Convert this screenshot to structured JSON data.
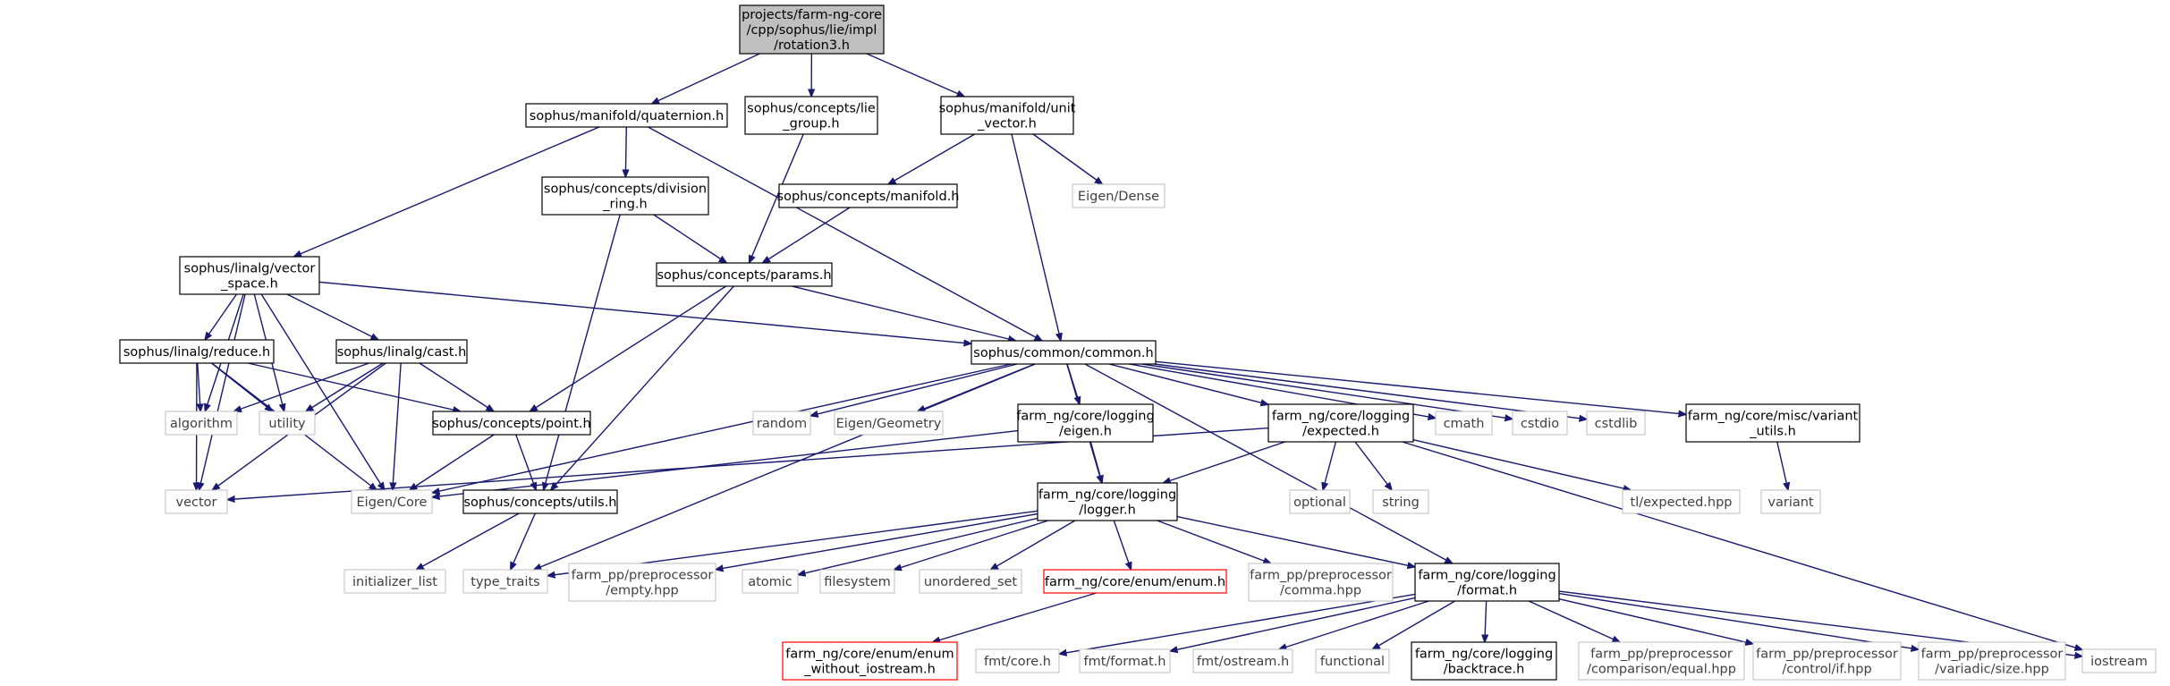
{
  "diagram": {
    "nodes": [
      {
        "id": "root",
        "lines": [
          "projects/farm-ng-core",
          "/cpp/sophus/lie/impl",
          "/rotation3.h"
        ],
        "style": "root"
      },
      {
        "id": "quaternion",
        "lines": [
          "sophus/manifold/quaternion.h"
        ],
        "style": "normal"
      },
      {
        "id": "lie_group",
        "lines": [
          "sophus/concepts/lie",
          "_group.h"
        ],
        "style": "normal"
      },
      {
        "id": "unit_vector",
        "lines": [
          "sophus/manifold/unit",
          "_vector.h"
        ],
        "style": "normal"
      },
      {
        "id": "division_ring",
        "lines": [
          "sophus/concepts/division",
          "_ring.h"
        ],
        "style": "normal"
      },
      {
        "id": "manifold",
        "lines": [
          "sophus/concepts/manifold.h"
        ],
        "style": "normal"
      },
      {
        "id": "eigen_dense",
        "lines": [
          "Eigen/Dense"
        ],
        "style": "system"
      },
      {
        "id": "vector_space",
        "lines": [
          "sophus/linalg/vector",
          "_space.h"
        ],
        "style": "normal"
      },
      {
        "id": "params",
        "lines": [
          "sophus/concepts/params.h"
        ],
        "style": "normal"
      },
      {
        "id": "common",
        "lines": [
          "sophus/common/common.h"
        ],
        "style": "normal"
      },
      {
        "id": "reduce",
        "lines": [
          "sophus/linalg/reduce.h"
        ],
        "style": "normal"
      },
      {
        "id": "cast",
        "lines": [
          "sophus/linalg/cast.h"
        ],
        "style": "normal"
      },
      {
        "id": "algorithm",
        "lines": [
          "algorithm"
        ],
        "style": "system"
      },
      {
        "id": "utility",
        "lines": [
          "utility"
        ],
        "style": "system"
      },
      {
        "id": "point",
        "lines": [
          "sophus/concepts/point.h"
        ],
        "style": "normal"
      },
      {
        "id": "random",
        "lines": [
          "random"
        ],
        "style": "system"
      },
      {
        "id": "eigen_geometry",
        "lines": [
          "Eigen/Geometry"
        ],
        "style": "system"
      },
      {
        "id": "logging_eigen",
        "lines": [
          "farm_ng/core/logging",
          "/eigen.h"
        ],
        "style": "normal"
      },
      {
        "id": "expected",
        "lines": [
          "farm_ng/core/logging",
          "/expected.h"
        ],
        "style": "normal"
      },
      {
        "id": "cmath",
        "lines": [
          "cmath"
        ],
        "style": "system"
      },
      {
        "id": "cstdio",
        "lines": [
          "cstdio"
        ],
        "style": "system"
      },
      {
        "id": "cstdlib",
        "lines": [
          "cstdlib"
        ],
        "style": "system"
      },
      {
        "id": "variant_utils",
        "lines": [
          "farm_ng/core/misc/variant",
          "_utils.h"
        ],
        "style": "normal"
      },
      {
        "id": "vector",
        "lines": [
          "vector"
        ],
        "style": "system"
      },
      {
        "id": "eigen_core",
        "lines": [
          "Eigen/Core"
        ],
        "style": "system"
      },
      {
        "id": "utils",
        "lines": [
          "sophus/concepts/utils.h"
        ],
        "style": "normal"
      },
      {
        "id": "logger",
        "lines": [
          "farm_ng/core/logging",
          "/logger.h"
        ],
        "style": "normal"
      },
      {
        "id": "optional",
        "lines": [
          "optional"
        ],
        "style": "system"
      },
      {
        "id": "string",
        "lines": [
          "string"
        ],
        "style": "system"
      },
      {
        "id": "tl_expected",
        "lines": [
          "tl/expected.hpp"
        ],
        "style": "system"
      },
      {
        "id": "variant",
        "lines": [
          "variant"
        ],
        "style": "system"
      },
      {
        "id": "initializer_list",
        "lines": [
          "initializer_list"
        ],
        "style": "system"
      },
      {
        "id": "type_traits",
        "lines": [
          "type_traits"
        ],
        "style": "system"
      },
      {
        "id": "pp_empty",
        "lines": [
          "farm_pp/preprocessor",
          "/empty.hpp"
        ],
        "style": "system"
      },
      {
        "id": "atomic",
        "lines": [
          "atomic"
        ],
        "style": "system"
      },
      {
        "id": "filesystem",
        "lines": [
          "filesystem"
        ],
        "style": "system"
      },
      {
        "id": "unordered_set",
        "lines": [
          "unordered_set"
        ],
        "style": "system"
      },
      {
        "id": "enum_h",
        "lines": [
          "farm_ng/core/enum/enum.h"
        ],
        "style": "missing"
      },
      {
        "id": "pp_comma",
        "lines": [
          "farm_pp/preprocessor",
          "/comma.hpp"
        ],
        "style": "system"
      },
      {
        "id": "format",
        "lines": [
          "farm_ng/core/logging",
          "/format.h"
        ],
        "style": "normal"
      },
      {
        "id": "iostream",
        "lines": [
          "iostream"
        ],
        "style": "system"
      },
      {
        "id": "enum_without_iostream",
        "lines": [
          "farm_ng/core/enum/enum",
          "_without_iostream.h"
        ],
        "style": "missing"
      },
      {
        "id": "fmt_core",
        "lines": [
          "fmt/core.h"
        ],
        "style": "system"
      },
      {
        "id": "fmt_format",
        "lines": [
          "fmt/format.h"
        ],
        "style": "system"
      },
      {
        "id": "fmt_ostream",
        "lines": [
          "fmt/ostream.h"
        ],
        "style": "system"
      },
      {
        "id": "functional",
        "lines": [
          "functional"
        ],
        "style": "system"
      },
      {
        "id": "backtrace",
        "lines": [
          "farm_ng/core/logging",
          "/backtrace.h"
        ],
        "style": "normal"
      },
      {
        "id": "pp_equal",
        "lines": [
          "farm_pp/preprocessor",
          "/comparison/equal.hpp"
        ],
        "style": "system"
      },
      {
        "id": "pp_if",
        "lines": [
          "farm_pp/preprocessor",
          "/control/if.hpp"
        ],
        "style": "system"
      },
      {
        "id": "pp_size",
        "lines": [
          "farm_pp/preprocessor",
          "/variadic/size.hpp"
        ],
        "style": "system"
      }
    ],
    "edges": [
      [
        "root",
        "quaternion"
      ],
      [
        "root",
        "lie_group"
      ],
      [
        "root",
        "unit_vector"
      ],
      [
        "quaternion",
        "vector_space"
      ],
      [
        "quaternion",
        "division_ring"
      ],
      [
        "quaternion",
        "common"
      ],
      [
        "lie_group",
        "params"
      ],
      [
        "unit_vector",
        "manifold"
      ],
      [
        "unit_vector",
        "eigen_dense"
      ],
      [
        "unit_vector",
        "common"
      ],
      [
        "division_ring",
        "params"
      ],
      [
        "division_ring",
        "utils"
      ],
      [
        "manifold",
        "params"
      ],
      [
        "vector_space",
        "reduce"
      ],
      [
        "vector_space",
        "cast"
      ],
      [
        "vector_space",
        "algorithm"
      ],
      [
        "vector_space",
        "utility"
      ],
      [
        "vector_space",
        "vector"
      ],
      [
        "vector_space",
        "eigen_core"
      ],
      [
        "vector_space",
        "common"
      ],
      [
        "params",
        "common"
      ],
      [
        "params",
        "point"
      ],
      [
        "params",
        "utils"
      ],
      [
        "reduce",
        "algorithm"
      ],
      [
        "reduce",
        "utility"
      ],
      [
        "reduce",
        "vector"
      ],
      [
        "reduce",
        "eigen_core"
      ],
      [
        "reduce",
        "point"
      ],
      [
        "cast",
        "algorithm"
      ],
      [
        "cast",
        "utility"
      ],
      [
        "cast",
        "vector"
      ],
      [
        "cast",
        "eigen_core"
      ],
      [
        "cast",
        "point"
      ],
      [
        "point",
        "eigen_core"
      ],
      [
        "point",
        "utils"
      ],
      [
        "common",
        "random"
      ],
      [
        "common",
        "eigen_geometry"
      ],
      [
        "common",
        "logging_eigen"
      ],
      [
        "common",
        "expected"
      ],
      [
        "common",
        "cmath"
      ],
      [
        "common",
        "cstdio"
      ],
      [
        "common",
        "cstdlib"
      ],
      [
        "common",
        "variant_utils"
      ],
      [
        "common",
        "eigen_core"
      ],
      [
        "common",
        "logger"
      ],
      [
        "common",
        "format"
      ],
      [
        "common",
        "type_traits"
      ],
      [
        "logging_eigen",
        "logger"
      ],
      [
        "logging_eigen",
        "eigen_core"
      ],
      [
        "expected",
        "logger"
      ],
      [
        "expected",
        "optional"
      ],
      [
        "expected",
        "string"
      ],
      [
        "expected",
        "tl_expected"
      ],
      [
        "expected",
        "vector"
      ],
      [
        "expected",
        "iostream"
      ],
      [
        "variant_utils",
        "variant"
      ],
      [
        "utils",
        "initializer_list"
      ],
      [
        "utils",
        "type_traits"
      ],
      [
        "logger",
        "pp_empty"
      ],
      [
        "logger",
        "atomic"
      ],
      [
        "logger",
        "filesystem"
      ],
      [
        "logger",
        "unordered_set"
      ],
      [
        "logger",
        "enum_h"
      ],
      [
        "logger",
        "pp_comma"
      ],
      [
        "logger",
        "format"
      ],
      [
        "logger",
        "type_traits"
      ],
      [
        "enum_h",
        "enum_without_iostream"
      ],
      [
        "format",
        "fmt_core"
      ],
      [
        "format",
        "fmt_format"
      ],
      [
        "format",
        "fmt_ostream"
      ],
      [
        "format",
        "functional"
      ],
      [
        "format",
        "backtrace"
      ],
      [
        "format",
        "pp_equal"
      ],
      [
        "format",
        "pp_if"
      ],
      [
        "format",
        "pp_size"
      ],
      [
        "format",
        "iostream"
      ]
    ]
  }
}
